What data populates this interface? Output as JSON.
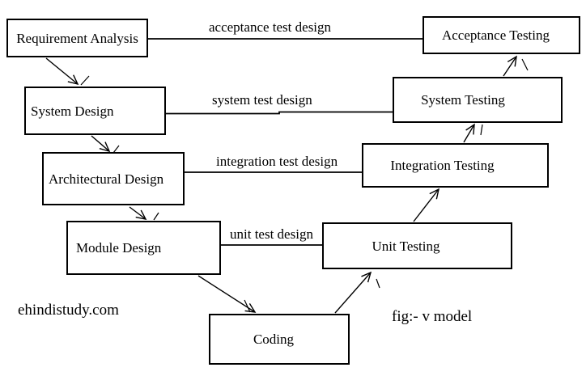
{
  "diagram": {
    "nodes": [
      {
        "id": "requirement-analysis",
        "label": "Requirement Analysis"
      },
      {
        "id": "system-design",
        "label": "System Design"
      },
      {
        "id": "architectural-design",
        "label": "Architectural Design"
      },
      {
        "id": "module-design",
        "label": "Module Design"
      },
      {
        "id": "coding",
        "label": "Coding"
      },
      {
        "id": "unit-testing",
        "label": "Unit Testing"
      },
      {
        "id": "integration-testing",
        "label": "Integration Testing"
      },
      {
        "id": "system-testing",
        "label": "System Testing"
      },
      {
        "id": "acceptance-testing",
        "label": "Acceptance Testing"
      }
    ],
    "edge_labels": [
      {
        "id": "acceptance-test-design",
        "label": "acceptance test design"
      },
      {
        "id": "system-test-design",
        "label": "system test design"
      },
      {
        "id": "integration-test-design",
        "label": "integration test design"
      },
      {
        "id": "unit-test-design",
        "label": "unit test design"
      }
    ],
    "watermark": "ehindistudy.com",
    "caption": "fig:- v model",
    "colors": {
      "line": "#000000",
      "background": "#ffffff"
    }
  }
}
